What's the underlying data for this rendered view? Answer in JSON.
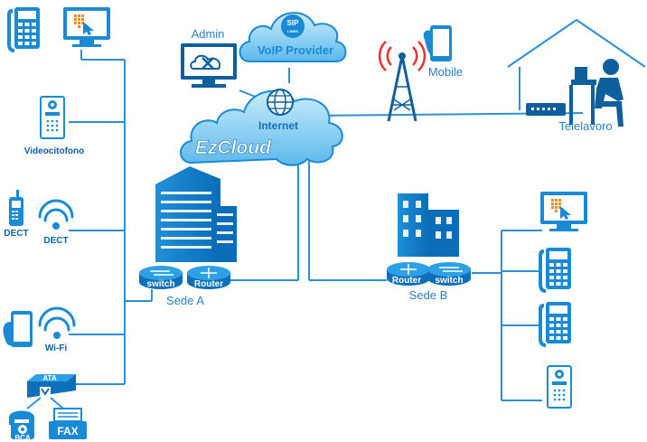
{
  "colors": {
    "line": "#2f8fd6",
    "device": "#1a8ad4",
    "device_dark": "#0d5f9e",
    "cloud": "#8fd3f5",
    "text": "#2a7fc4",
    "text_dark": "#0e5fa3"
  },
  "labels": {
    "admin": "Admin",
    "sip_top": "SIP",
    "sip_bottom": "LINES",
    "voip": "VoIP Provider",
    "internet": "Internet",
    "ezcloud": "EzCloud",
    "mobile": "Mobile",
    "telelavoro": "Telelavoro",
    "videocitofono": "Videocitofono",
    "dect_phone": "DECT",
    "dect_antenna": "DECT",
    "wifi": "Wi-Fi",
    "ata": "ATA",
    "bca": "BCA",
    "fax": "FAX",
    "sede_a": "Sede A",
    "sede_b": "Sede B",
    "switch_a": "switch",
    "router_a": "Router",
    "router_b": "Router",
    "switch_b": "switch"
  }
}
